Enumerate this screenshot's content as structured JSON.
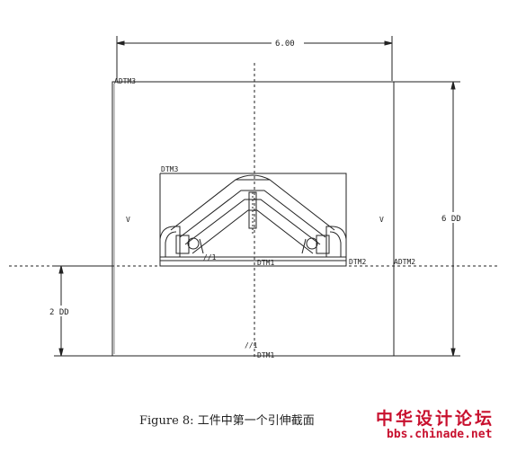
{
  "dimensions": {
    "top_width": "6.00",
    "right_height": "6 DD",
    "left_height": "2 DD"
  },
  "datums": {
    "dtm3_top": "ADTM3",
    "dtm3_inner": "DTM3",
    "dtm1_inner": "DTM1",
    "dtm2_inner": "DTM2",
    "adtm2": "ADTM2",
    "dtm1_bottom": "DTM1"
  },
  "markers": {
    "v_left": "V",
    "v_right": "V",
    "tag_inner": "//1",
    "tag_bottom": "//1"
  },
  "caption": "Figure 8: 工件中第一个引伸截面",
  "watermark": {
    "site_name": "中华设计论坛",
    "url": "bbs.chinade.net",
    "color": "#c8102e"
  }
}
